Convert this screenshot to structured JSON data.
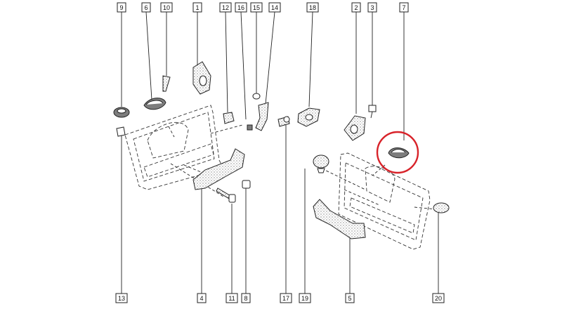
{
  "diagram": {
    "callouts": [
      {
        "id": "c1",
        "label": "1"
      },
      {
        "id": "c2",
        "label": "2"
      },
      {
        "id": "c3",
        "label": "3"
      },
      {
        "id": "c4",
        "label": "4"
      },
      {
        "id": "c5",
        "label": "5"
      },
      {
        "id": "c6",
        "label": "6"
      },
      {
        "id": "c7",
        "label": "7"
      },
      {
        "id": "c8",
        "label": "8"
      },
      {
        "id": "c9",
        "label": "9"
      },
      {
        "id": "c10",
        "label": "10"
      },
      {
        "id": "c11",
        "label": "11"
      },
      {
        "id": "c12",
        "label": "12"
      },
      {
        "id": "c13",
        "label": "13"
      },
      {
        "id": "c14",
        "label": "14"
      },
      {
        "id": "c15",
        "label": "15"
      },
      {
        "id": "c16",
        "label": "16"
      },
      {
        "id": "c17",
        "label": "17"
      },
      {
        "id": "c18",
        "label": "18"
      },
      {
        "id": "c19",
        "label": "19"
      },
      {
        "id": "c20",
        "label": "20"
      }
    ],
    "highlight": {
      "part": "7",
      "color": "#d8232a"
    }
  }
}
